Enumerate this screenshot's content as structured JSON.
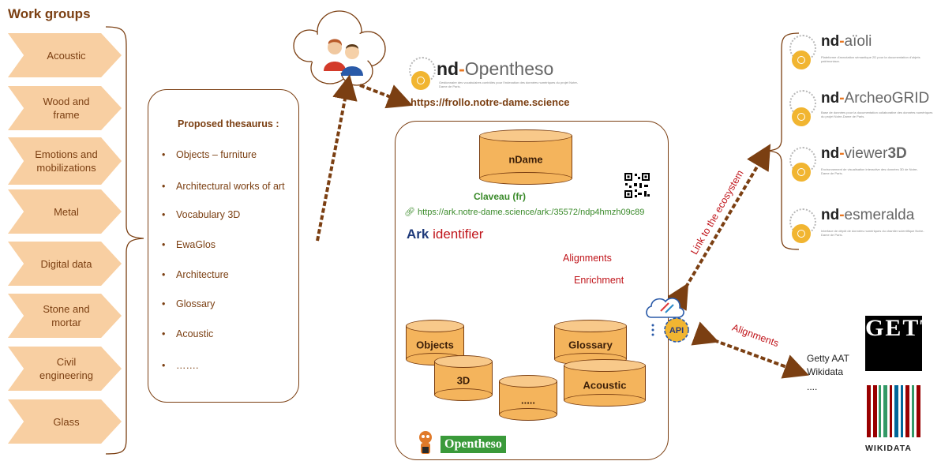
{
  "title": "Work groups",
  "work_groups": [
    "Acoustic",
    "Wood and frame",
    "Emotions and mobilizations",
    "Metal",
    "Digital data",
    "Stone and mortar",
    "Civil engineering",
    "Glass"
  ],
  "thesaurus": {
    "title": "Proposed thesaurus :",
    "items": [
      "Objects – furniture",
      "Architectural works of art",
      "Vocabulary 3D",
      "EwaGlos",
      "Architecture",
      "Glossary",
      "Acoustic",
      "……."
    ]
  },
  "opentheso_header": {
    "brand_prefix": "nd",
    "brand_dash": "-",
    "brand_name": "Opentheso",
    "subtitle": "Gestionnaire des vocabulaires contrôlés pour l'indexation des données numériques du projet Notre-Dame de Paris.",
    "url": "https://frollo.notre-dame.science"
  },
  "center": {
    "main_db": "nDame",
    "claveau": "Claveau (fr)",
    "ark_url": "https://ark.notre-dame.science/ark:/35572/ndp4hmzh09c89",
    "ark_prefix": "Ark",
    "ark_suffix": "identifier",
    "alignments": "Alignments",
    "enrichment": "Enrichment",
    "cylinders": [
      "Objects",
      "3D",
      ".....",
      "Glossary",
      "Acoustic"
    ],
    "opentheso_logo": "Opentheso"
  },
  "ecosystem": {
    "link_label": "Link to the ecosystem",
    "api_label": "API",
    "alignments_label": "Alignments",
    "apps": [
      {
        "prefix": "nd",
        "dash": "-",
        "name": "aïoli",
        "subtitle": "Plateforme d'annotation sémantique 2D pour la documentation d'objets patrimoniaux."
      },
      {
        "prefix": "nd",
        "dash": "-",
        "name": "ArcheoGRID",
        "subtitle": "Base de données pour la documentation collaborative des données numériques du projet Notre-Dame de Paris."
      },
      {
        "prefix": "nd",
        "dash": "-",
        "name": "viewer",
        "suffix": "3D",
        "subtitle": "Environnement de visualisation interactive des données 3D de Notre-Dame de Paris."
      },
      {
        "prefix": "nd",
        "dash": "-",
        "name": "esmeralda",
        "subtitle": "Interface de dépôt de données numériques du chantier scientifique Notre-Dame de Paris."
      }
    ]
  },
  "external": {
    "lines": [
      "Getty AAT",
      "Wikidata",
      "...."
    ],
    "getty_logo": "GETTY",
    "wikidata_logo": "WIKIDATA"
  },
  "colors": {
    "accent": "#7b3f12",
    "chevron": "#f8cfa2",
    "cylinder": "#f4b45c",
    "link_green": "#3a8a2a",
    "label_red": "#c0151b"
  }
}
